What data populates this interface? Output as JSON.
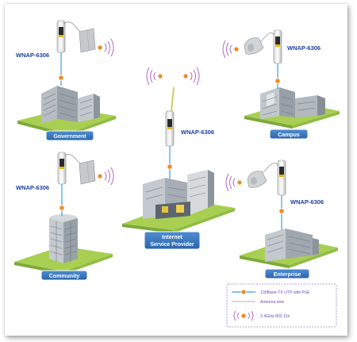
{
  "sites": {
    "government": {
      "model": "WNAP-6306",
      "label": "Government"
    },
    "campus": {
      "model": "WNAP-6306",
      "label": "Campus"
    },
    "isp": {
      "model": "WNAP-6306",
      "label_line1": "Internet",
      "label_line2": "Service Provider"
    },
    "community": {
      "model": "WNAP-6306",
      "label": "Community"
    },
    "enterprise": {
      "model": "WNAP-6306",
      "label": "Enterprise"
    }
  },
  "legend": {
    "utp": "100Base-TX UTP with PoE",
    "antenna": "Antenna wire",
    "wireless": "2.4GHz 802.11n"
  },
  "colors": {
    "ground_top": "#a9cf52",
    "ground_side": "#7da93a",
    "label_blue": "#2f6fb7",
    "cable_blue": "#3aa0e0",
    "radio_orange": "#f08a24",
    "wave_purple": "#b06ac6"
  }
}
